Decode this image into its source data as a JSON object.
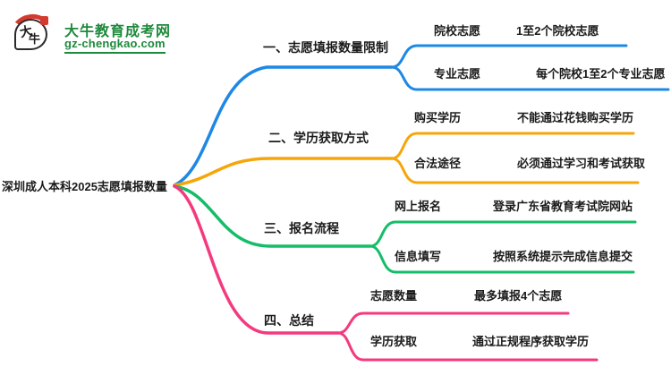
{
  "logo": {
    "icon_char_top": "大",
    "icon_char_bottom": "牛",
    "site_name": "大牛教育成考网",
    "site_url": "gz-chengkao.com",
    "colors": {
      "brand_green": "#1e8a3c",
      "seal_red": "#d43a2f"
    }
  },
  "root": {
    "label": "深圳成人本科2025志愿填报数量"
  },
  "branches": [
    {
      "label": "一、志愿填报数量限制",
      "color": "#1e88e5",
      "children": [
        {
          "label": "院校志愿",
          "value": "1至2个院校志愿"
        },
        {
          "label": "专业志愿",
          "value": "每个院校1至2个专业志愿"
        }
      ]
    },
    {
      "label": "二、学历获取方式",
      "color": "#f5a609",
      "children": [
        {
          "label": "购买学历",
          "value": "不能通过花钱购买学历"
        },
        {
          "label": "合法途径",
          "value": "必须通过学习和考试获取"
        }
      ]
    },
    {
      "label": "三、报名流程",
      "color": "#15bd68",
      "children": [
        {
          "label": "网上报名",
          "value": "登录广东省教育考试院网站"
        },
        {
          "label": "信息填写",
          "value": "按照系统提示完成信息提交"
        }
      ]
    },
    {
      "label": "四、总结",
      "color": "#f5397e",
      "children": [
        {
          "label": "志愿数量",
          "value": "最多填报4个志愿"
        },
        {
          "label": "学历获取",
          "value": "通过正规程序获取学历"
        }
      ]
    }
  ]
}
